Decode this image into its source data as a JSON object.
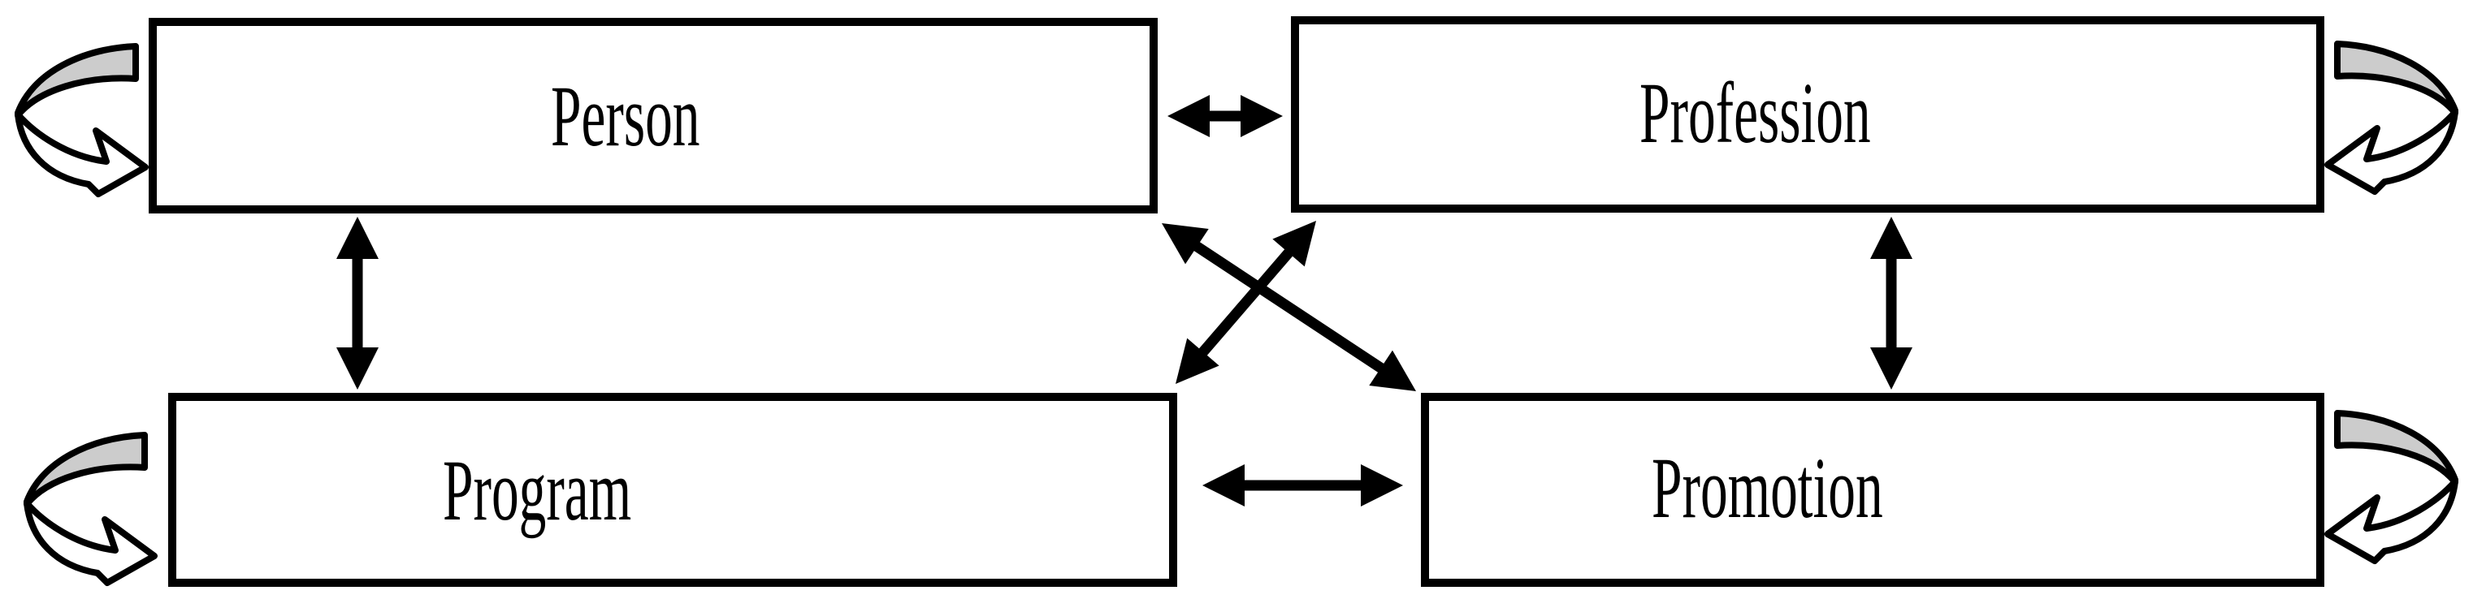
{
  "diagram": {
    "nodes": [
      {
        "id": "person",
        "label": "Person",
        "self_loop": true
      },
      {
        "id": "profession",
        "label": "Profession",
        "self_loop": true
      },
      {
        "id": "program",
        "label": "Program",
        "self_loop": true
      },
      {
        "id": "promotion",
        "label": "Promotion",
        "self_loop": true
      }
    ],
    "edges": [
      {
        "from": "person",
        "to": "profession",
        "bidirectional": true
      },
      {
        "from": "program",
        "to": "promotion",
        "bidirectional": true
      },
      {
        "from": "person",
        "to": "program",
        "bidirectional": true
      },
      {
        "from": "profession",
        "to": "promotion",
        "bidirectional": true
      },
      {
        "from": "person",
        "to": "promotion",
        "bidirectional": true
      },
      {
        "from": "profession",
        "to": "program",
        "bidirectional": true
      }
    ],
    "colors": {
      "line": "#000000",
      "box_fill": "#ffffff",
      "loop_band": "#cccccc"
    }
  }
}
